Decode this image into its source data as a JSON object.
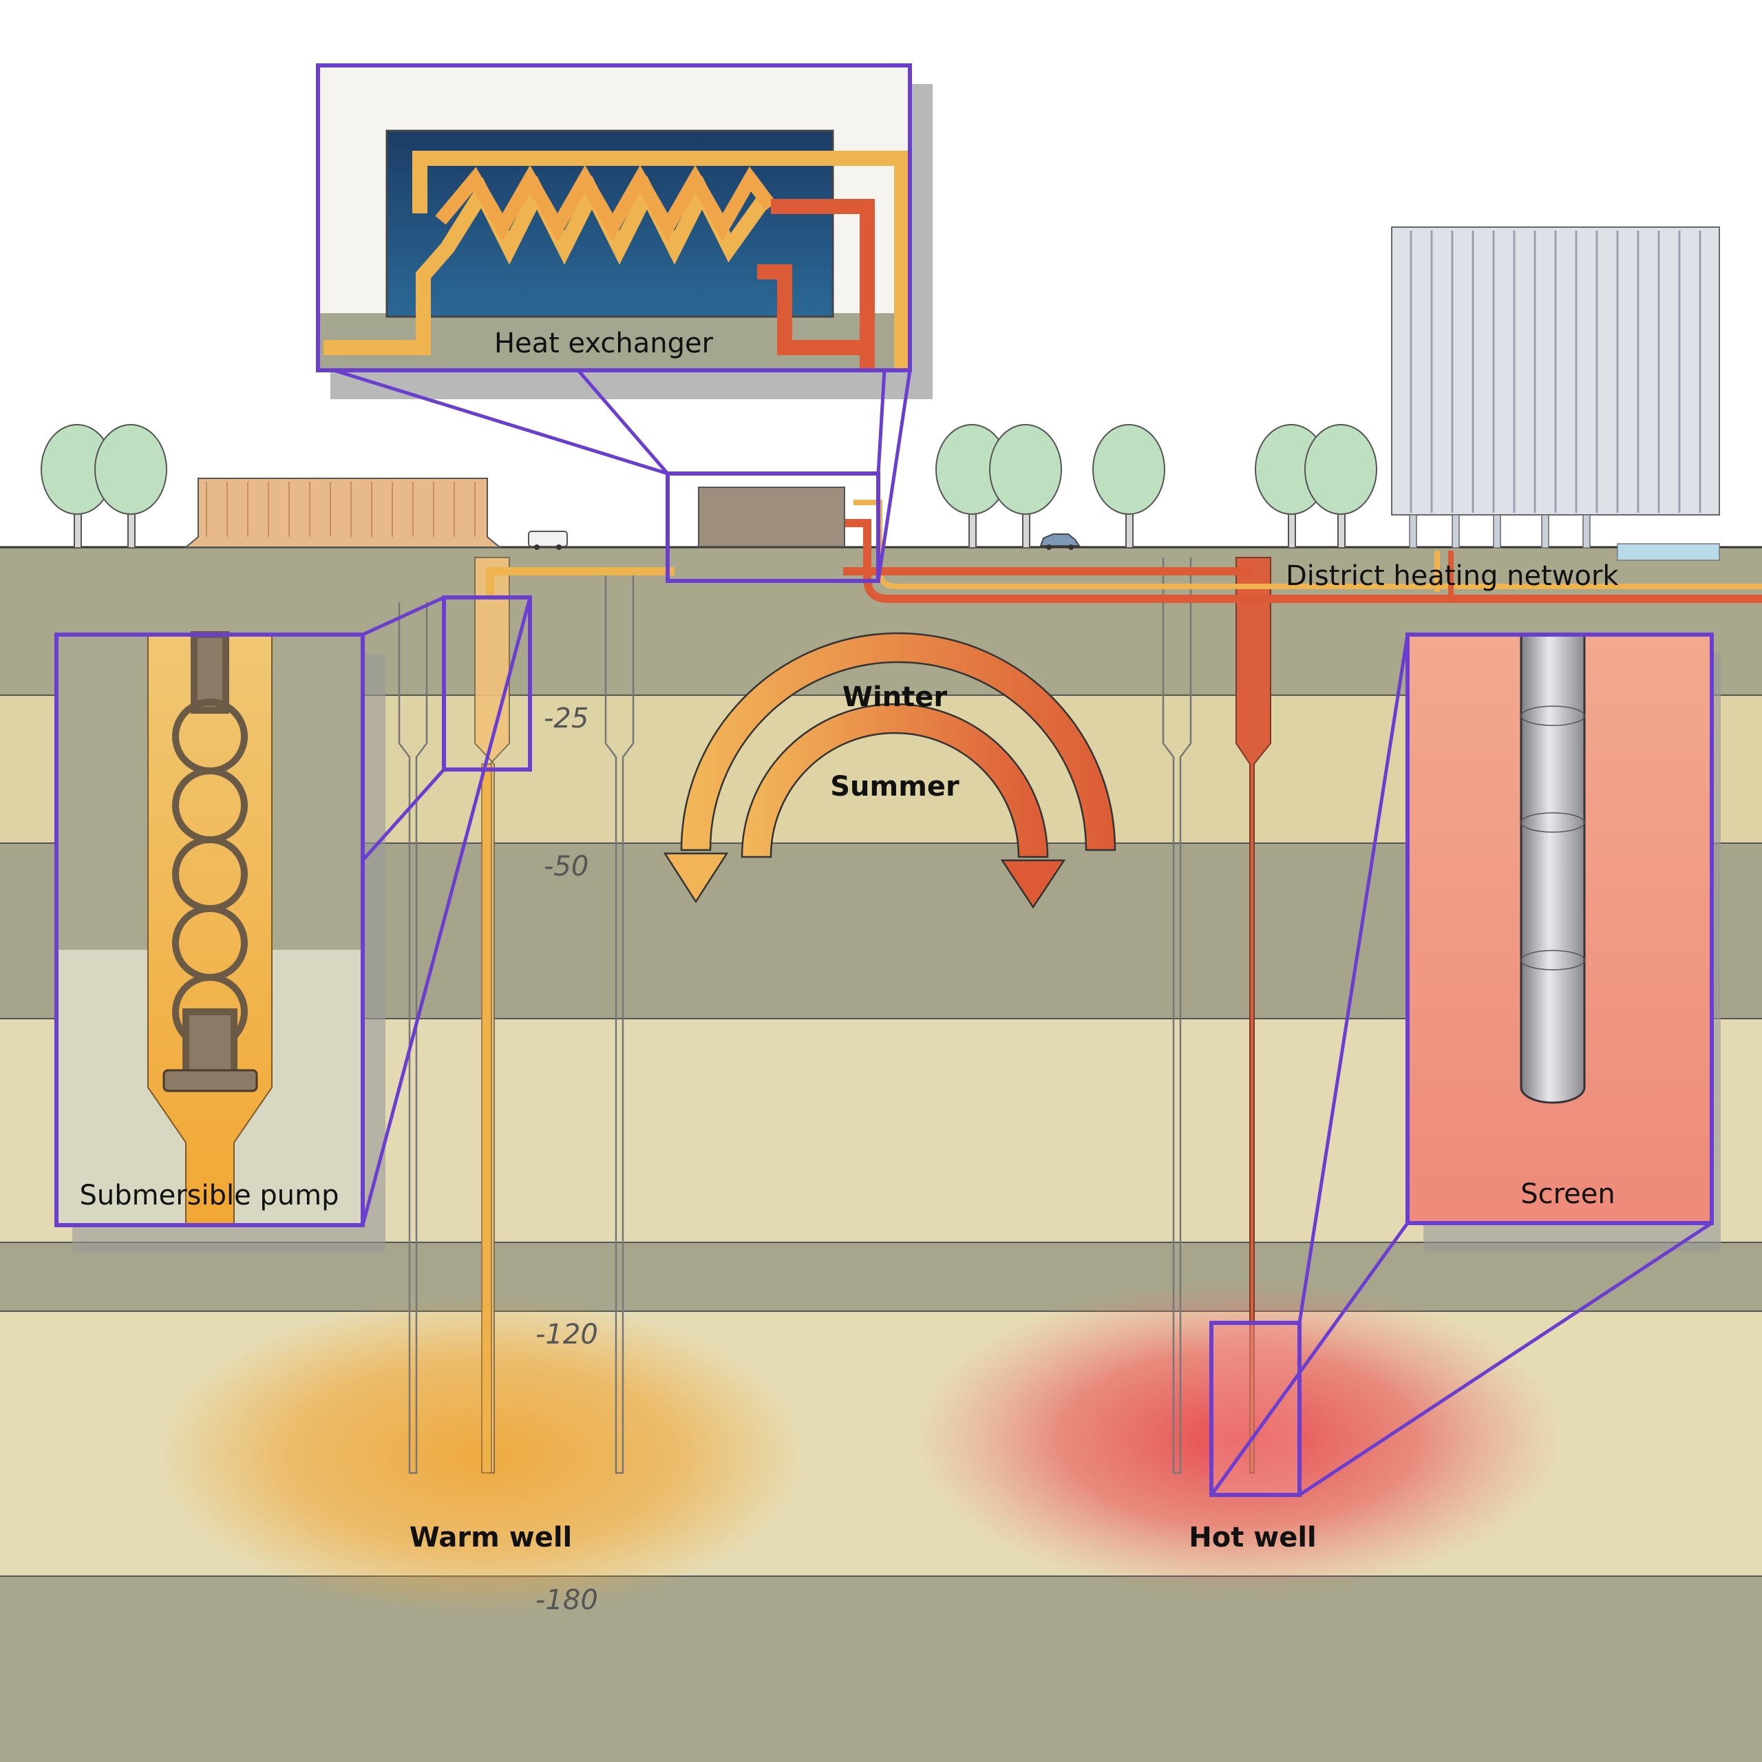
{
  "labels": {
    "heat_exchanger": "Heat exchanger",
    "district_heating": "District heating network",
    "submersible_pump": "Submersible pump",
    "screen": "Screen",
    "winter": "Winter",
    "summer": "Summer",
    "warm_well": "Warm well",
    "hot_well": "Hot well"
  },
  "depths": [
    "-25",
    "-50",
    "-120",
    "-180"
  ],
  "colors": {
    "warm": "#efb44f",
    "hot": "#d9573a",
    "callout": "#6a3fd0",
    "exchanger_fill": "#1f4f7e",
    "tree": "#bfe0c0"
  }
}
